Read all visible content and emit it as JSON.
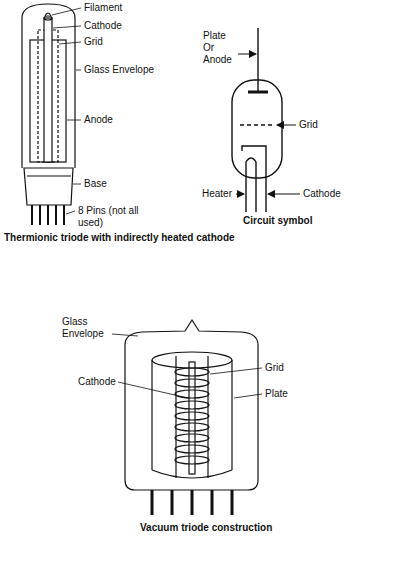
{
  "diagram": {
    "labels": [
      "Filament",
      "Cathode",
      "Grid",
      "Glass Envelope",
      "Anode",
      "Base",
      "8 Pins (not all used)",
      "Plate Or Anode",
      "Grid",
      "Heater",
      "Cathode",
      "Circuit symbol",
      "Thermionic triode with indirectly heated cathode",
      "Glass Envelope",
      "Cathode",
      "Grid",
      "Plate",
      "Vacuum triode construction"
    ]
  }
}
